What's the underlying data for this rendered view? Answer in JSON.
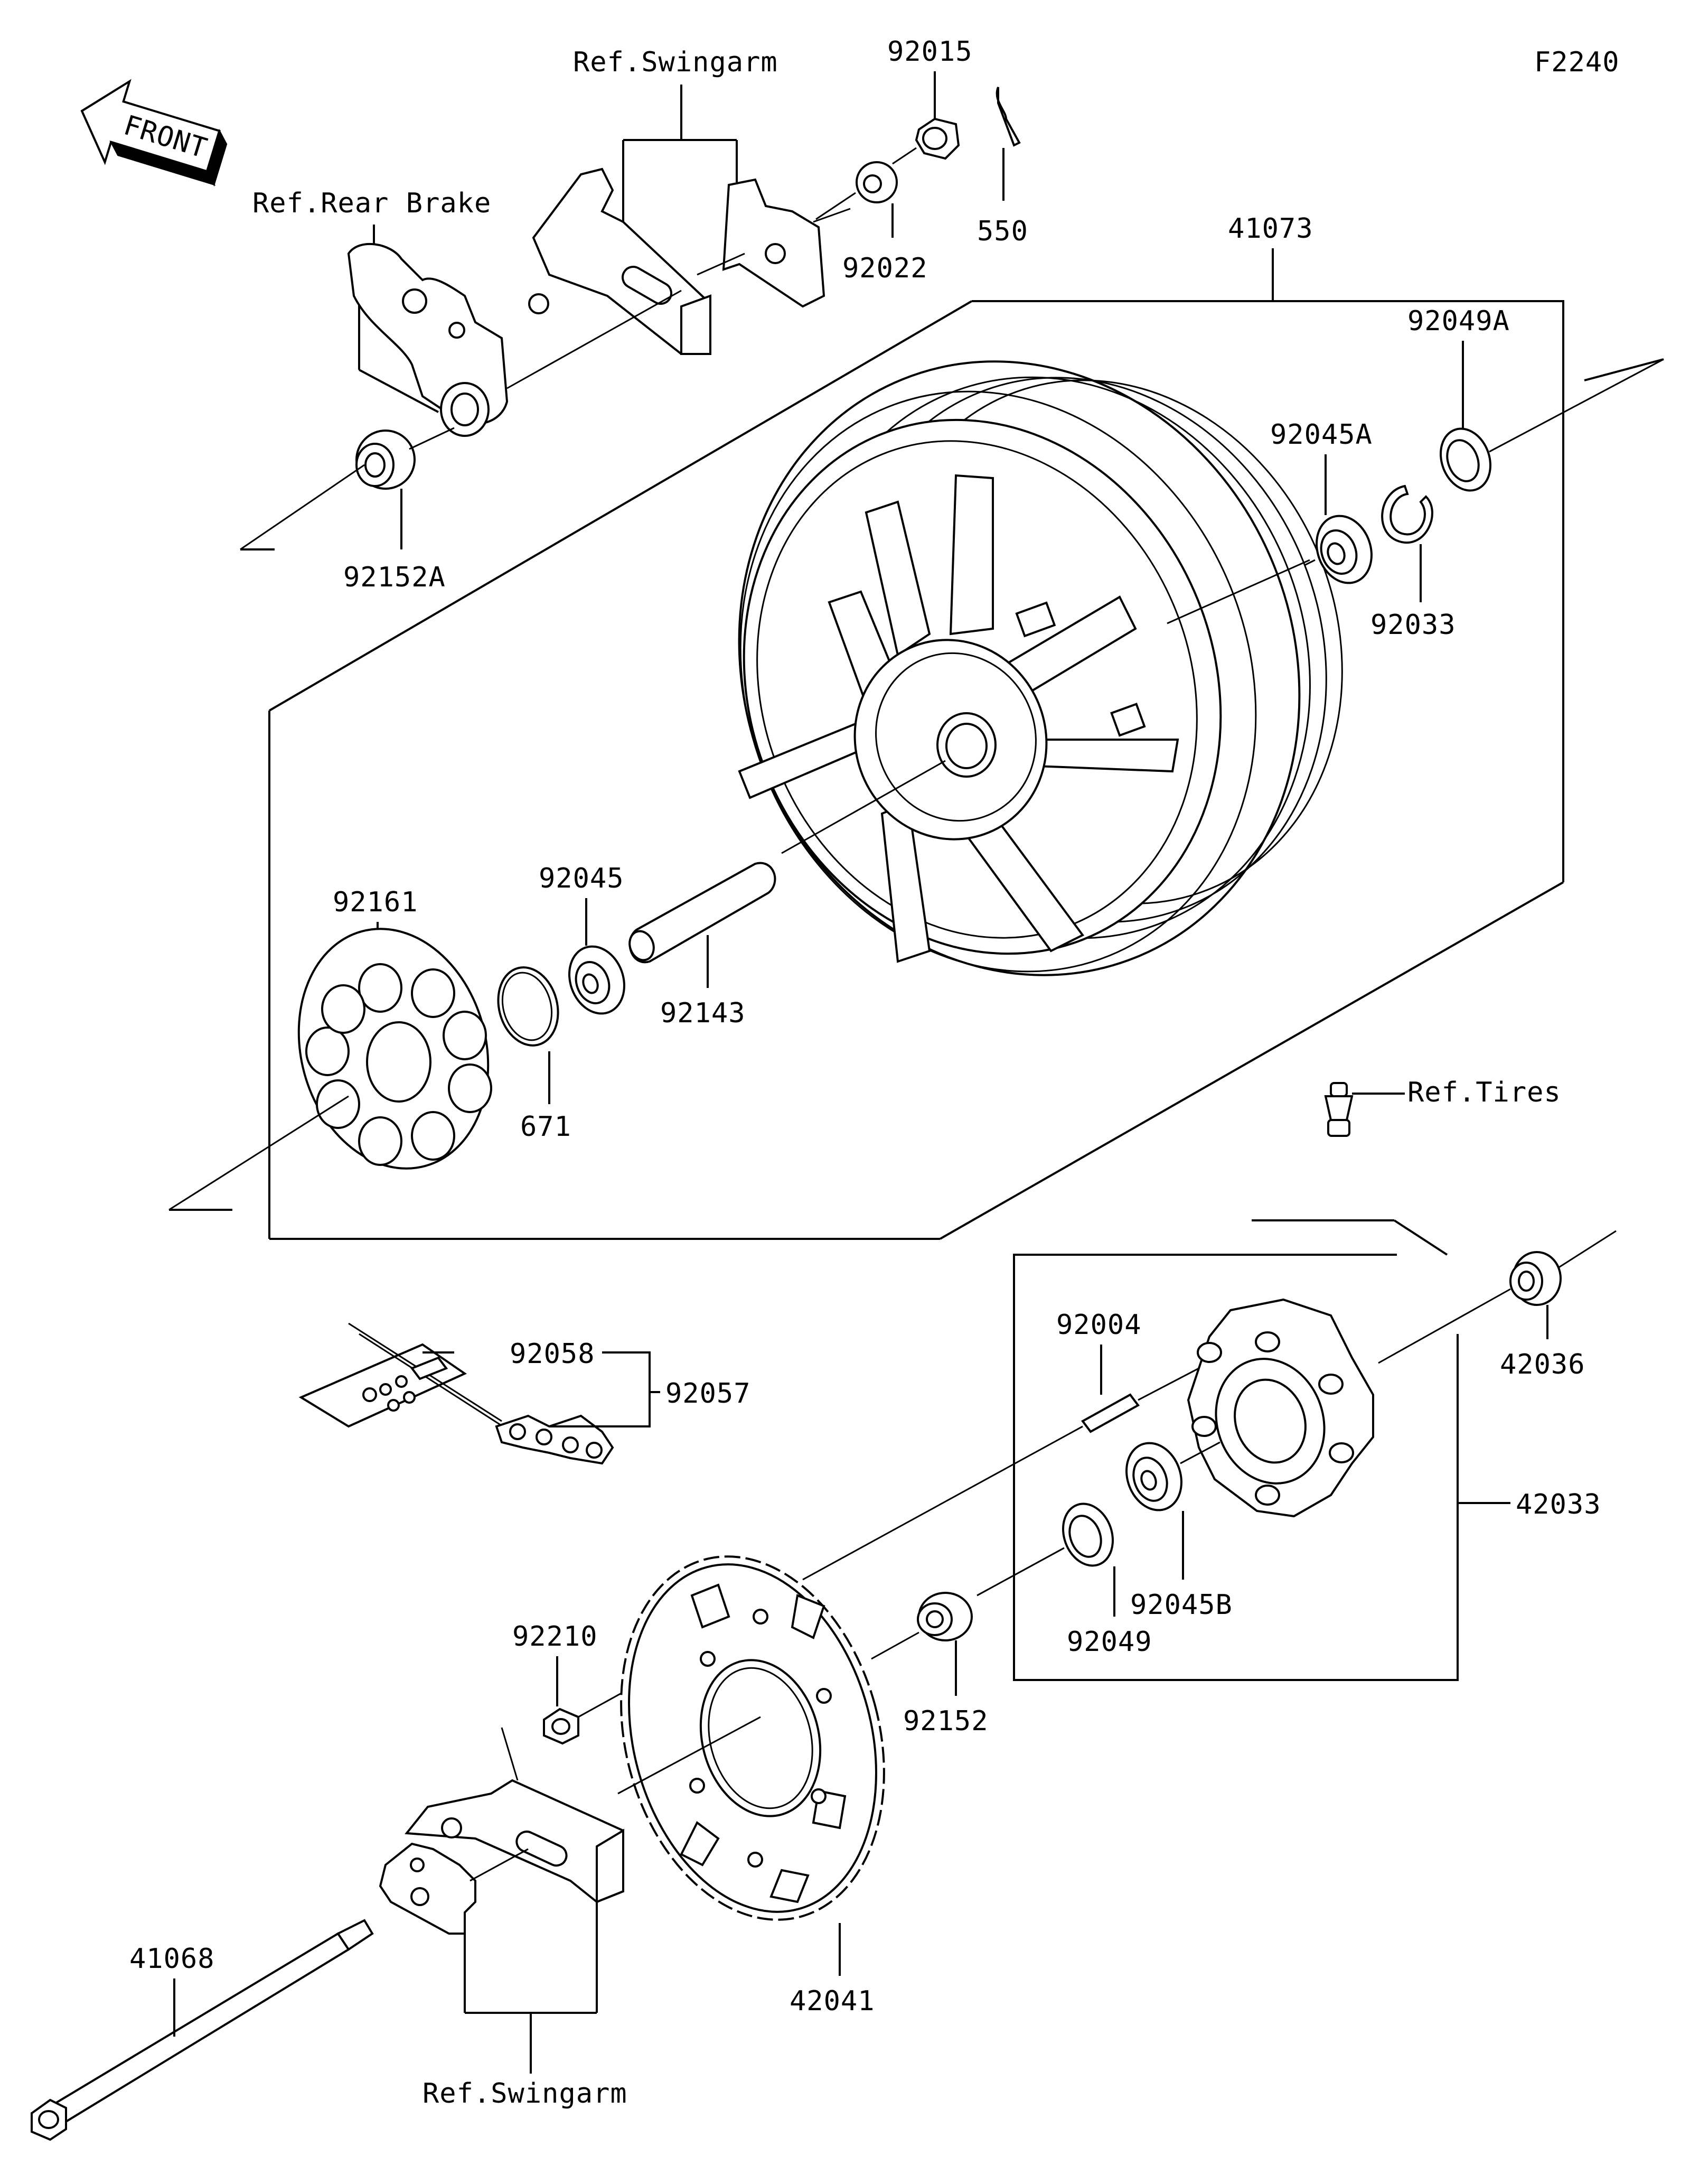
{
  "figure_code": "F2240",
  "front_label": "FRONT",
  "refs": {
    "swingarm_top": "Ref.Swingarm",
    "rear_brake": "Ref.Rear Brake",
    "tires": "Ref.Tires",
    "swingarm_bottom": "Ref.Swingarm"
  },
  "parts": {
    "p92015": "92015",
    "p550": "550",
    "p92022": "92022",
    "p41073": "41073",
    "p92049A": "92049A",
    "p92045A": "92045A",
    "p92033": "92033",
    "p92152A": "92152A",
    "p92161": "92161",
    "p92045": "92045",
    "p92143": "92143",
    "p671": "671",
    "p92058": "92058",
    "p92057": "92057",
    "p92004": "92004",
    "p42036": "42036",
    "p42033": "42033",
    "p92045B": "92045B",
    "p92049": "92049",
    "p92210": "92210",
    "p92152": "92152",
    "p42041": "42041",
    "p41068": "41068"
  }
}
